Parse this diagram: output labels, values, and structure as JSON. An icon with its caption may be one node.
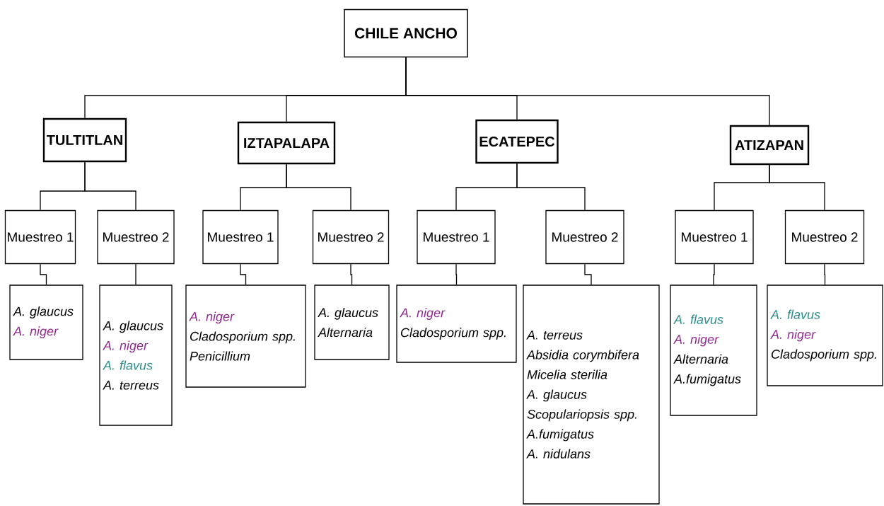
{
  "diagram": {
    "nodes": [
      {
        "text": [
          "CHILE ANCHO"
        ]
      },
      {
        "text": [
          "TULTITLAN"
        ]
      },
      {
        "text": [
          "IZTAPALAPA"
        ]
      },
      {
        "text": [
          "ECATEPEC"
        ]
      },
      {
        "text": [
          "ATIZAPAN"
        ]
      },
      {
        "text": [
          "Muestreo 1"
        ]
      },
      {
        "text": [
          "Muestreo 2"
        ]
      },
      {
        "text": [
          "Muestreo 1"
        ]
      },
      {
        "text": [
          "Muestreo 2"
        ]
      },
      {
        "text": [
          "Muestreo 1"
        ]
      },
      {
        "text": [
          "Muestreo 2"
        ]
      },
      {
        "text": [
          "Muestreo 1"
        ]
      },
      {
        "text": [
          "Muestreo 2"
        ]
      },
      {
        "text": [
          "A. glaucus",
          "A. niger"
        ]
      },
      {
        "text": [
          "A. glaucus",
          "A. niger",
          "A. flavus",
          "A. terreus"
        ]
      },
      {
        "text": [
          "A. niger",
          "Cladosporium spp.",
          "Penicillium"
        ]
      },
      {
        "text": [
          "A. glaucus",
          "Alternaria"
        ]
      },
      {
        "text": [
          "A. niger",
          "Cladosporium spp."
        ]
      },
      {
        "text": [
          "A. terreus",
          "Absidia corymbifera",
          "Micelia sterilia",
          "A. glaucus",
          "Scopulariopsis spp.",
          "A.fumigatus",
          "A. nidulans"
        ]
      },
      {
        "text": [
          "A. flavus",
          "A. niger",
          "Alternaria",
          "A.fumigatus"
        ]
      },
      {
        "text": [
          "A. flavus",
          "A. niger",
          "Cladosporium spp."
        ]
      }
    ],
    "edges": [
      {
        "from": 0,
        "to": 1,
        "arrow": "none"
      },
      {
        "from": 0,
        "to": 2,
        "arrow": "none"
      },
      {
        "from": 0,
        "to": 3,
        "arrow": "none"
      },
      {
        "from": 0,
        "to": 4,
        "arrow": "none"
      },
      {
        "from": 1,
        "to": 5,
        "arrow": "none"
      },
      {
        "from": 1,
        "to": 6,
        "arrow": "none"
      },
      {
        "from": 2,
        "to": 7,
        "arrow": "none"
      },
      {
        "from": 2,
        "to": 8,
        "arrow": "none"
      },
      {
        "from": 3,
        "to": 9,
        "arrow": "none"
      },
      {
        "from": 3,
        "to": 10,
        "arrow": "none"
      },
      {
        "from": 4,
        "to": 11,
        "arrow": "none"
      },
      {
        "from": 4,
        "to": 12,
        "arrow": "none"
      },
      {
        "from": 5,
        "to": 13,
        "arrow": "none"
      },
      {
        "from": 6,
        "to": 14,
        "arrow": "none"
      },
      {
        "from": 7,
        "to": 15,
        "arrow": "none"
      },
      {
        "from": 8,
        "to": 16,
        "arrow": "none"
      },
      {
        "from": 9,
        "to": 17,
        "arrow": "none"
      },
      {
        "from": 10,
        "to": 18,
        "arrow": "none"
      },
      {
        "from": 11,
        "to": 19,
        "arrow": "none"
      },
      {
        "from": 12,
        "to": 20,
        "arrow": "none"
      }
    ]
  }
}
